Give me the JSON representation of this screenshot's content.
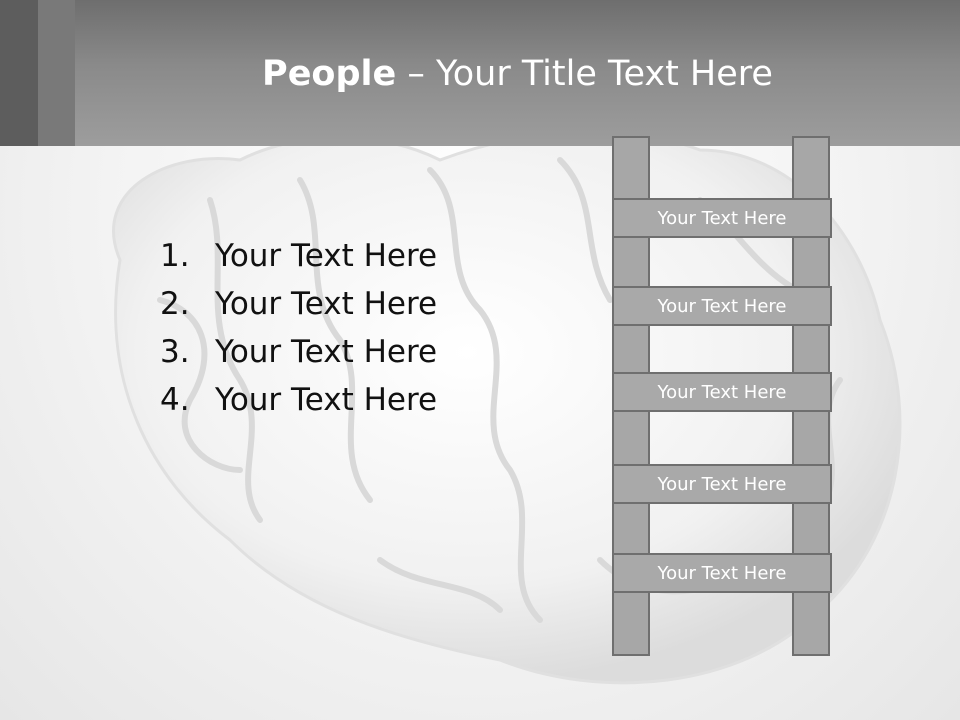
{
  "slide": {
    "title_bold": "People",
    "title_rest": " – Your Title Text Here",
    "list": [
      {
        "number": "1.",
        "text": "Your Text Here"
      },
      {
        "number": "2.",
        "text": "Your Text Here"
      },
      {
        "number": "3.",
        "text": "Your Text Here"
      },
      {
        "number": "4.",
        "text": "Your Text Here"
      }
    ],
    "ladder_rungs": [
      "Your Text Here",
      "Your Text Here",
      "Your Text Here",
      "Your Text Here",
      "Your Text Here"
    ]
  },
  "colors": {
    "header": "#8a8a8a",
    "header_strip_dark": "#5d5d5d",
    "header_strip_mid": "#797979",
    "ladder_fill": "#a9a9a9",
    "ladder_border": "#6f6f6f",
    "list_text": "#111111"
  },
  "icons": {
    "background_image": "brain-illustration"
  }
}
